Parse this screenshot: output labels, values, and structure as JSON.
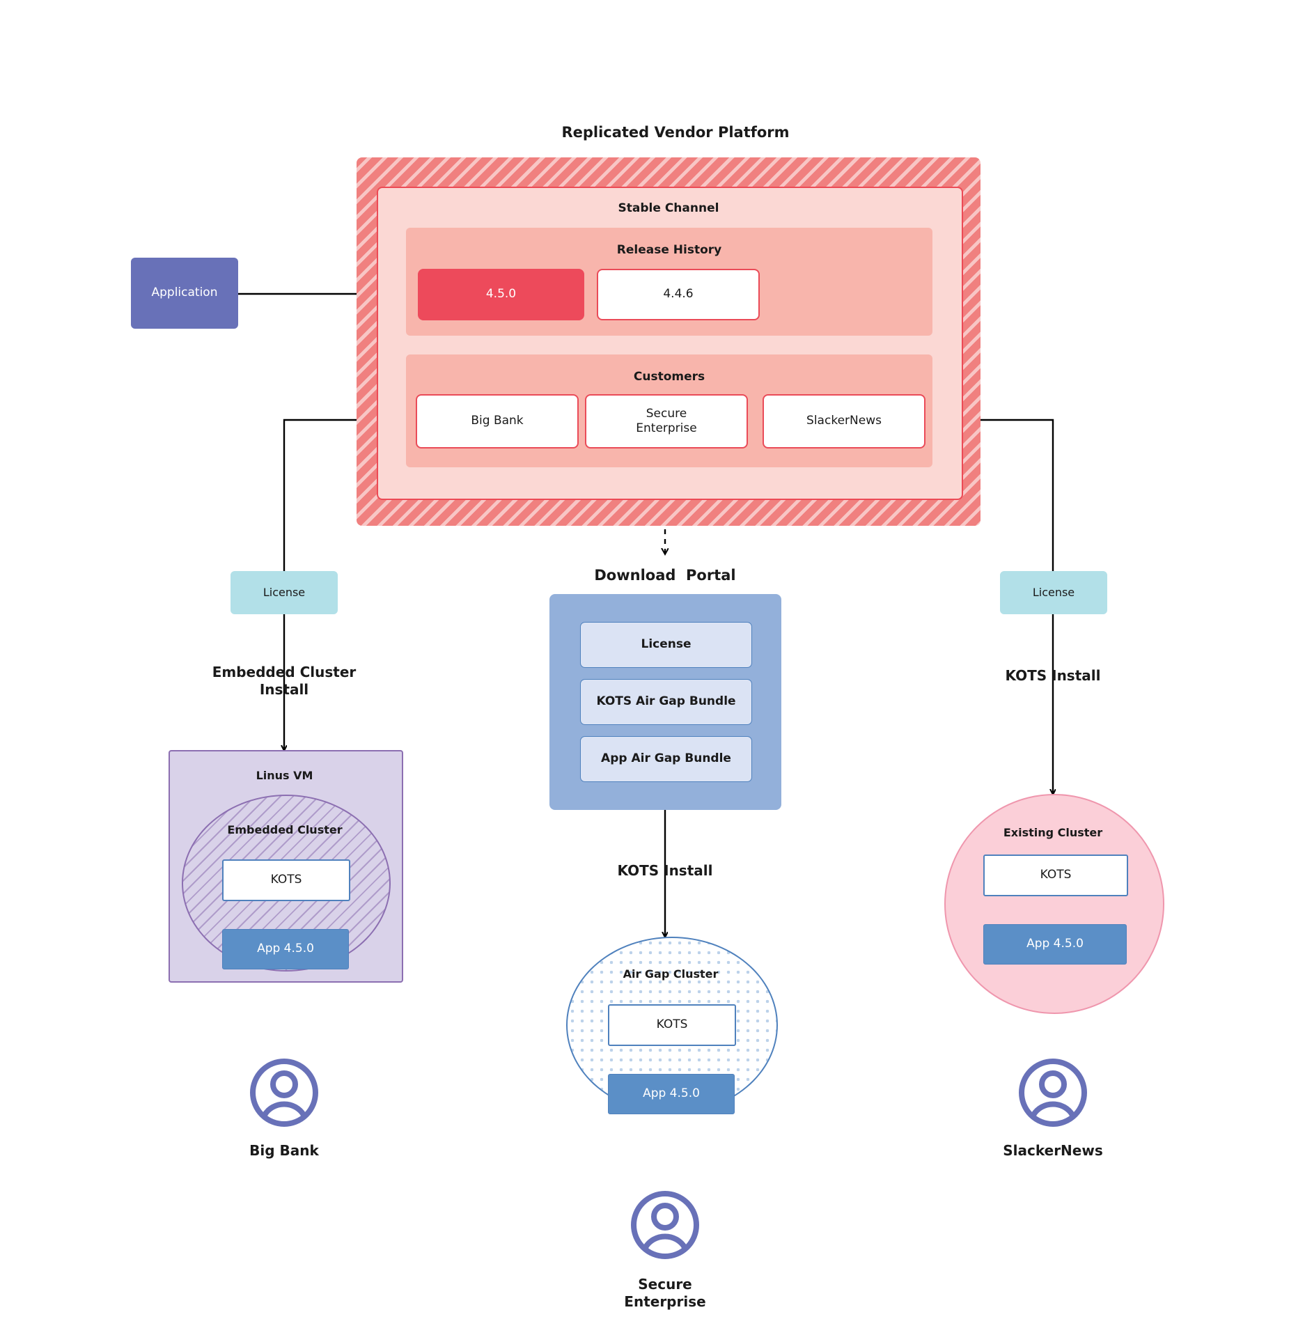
{
  "diagram": {
    "title": "Replicated Vendor Platform",
    "application": {
      "label": "Application"
    },
    "vendor_platform": {
      "channel": {
        "label": "Stable Channel",
        "release_history": {
          "label": "Release History",
          "releases": [
            {
              "version": "4.5.0",
              "state": "active"
            },
            {
              "version": "4.4.6",
              "state": "plain"
            }
          ]
        },
        "customers": {
          "label": "Customers",
          "items": [
            {
              "name": "Big Bank"
            },
            {
              "name": "Secure\nEnterprise"
            },
            {
              "name": "SlackerNews"
            }
          ]
        }
      }
    },
    "left_branch": {
      "license_label": "License",
      "install_label": "Embedded Cluster\nInstall",
      "vm": {
        "label": "Linus VM",
        "cluster_label": "Embedded Cluster",
        "kots_label": "KOTS",
        "app_label": "App 4.5.0"
      },
      "person": {
        "name": "Big Bank",
        "icon": "user-avatar-icon"
      }
    },
    "center_branch": {
      "portal_title": "Download  Portal",
      "portal_items": [
        {
          "label": "License"
        },
        {
          "label": "KOTS Air Gap Bundle"
        },
        {
          "label": "App Air Gap Bundle"
        }
      ],
      "install_label": "KOTS Install",
      "cluster": {
        "label": "Air Gap Cluster",
        "kots_label": "KOTS",
        "app_label": "App 4.5.0"
      },
      "person": {
        "name": "Secure\nEnterprise",
        "icon": "user-avatar-icon"
      }
    },
    "right_branch": {
      "license_label": "License",
      "install_label": "KOTS Install",
      "cluster": {
        "label": "Existing Cluster",
        "kots_label": "KOTS",
        "app_label": "App 4.5.0"
      },
      "person": {
        "name": "SlackerNews",
        "icon": "user-avatar-icon"
      }
    },
    "colors": {
      "platform_hatch": "#f0807f",
      "channel_bg": "#fbd8d4",
      "panel_bg": "#f8b5ac",
      "release_active": "#ed4a5b",
      "border_red": "#ea4b58",
      "application": "#6871b8",
      "license": "#b2e0e8",
      "portal": "#93b0da",
      "portal_item": "#dbe3f4",
      "vm": "#d9d2e9",
      "vm_border": "#8c6fb1",
      "airgap_border": "#4f81bd",
      "existing_cluster": "#fbcfd8",
      "app_version": "#5b8fc7",
      "connector": "#000000"
    }
  }
}
